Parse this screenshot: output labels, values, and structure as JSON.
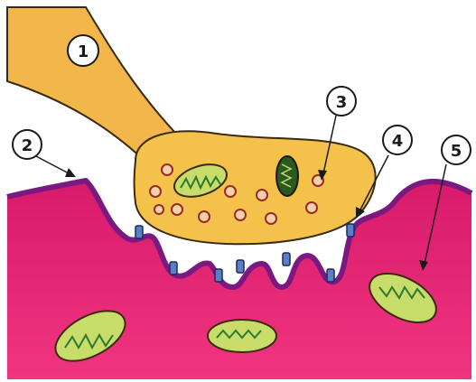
{
  "labels": {
    "one": "1",
    "two": "2",
    "three": "3",
    "four": "4",
    "five": "5"
  },
  "colors": {
    "axon_fill": "#f2b64a",
    "bouton_fill": "#f4c24a",
    "outline_dark": "#3a2a10",
    "muscle_fill": "#e0206e",
    "muscle_membrane": "#7a1a80",
    "mitochondria_fill": "#c8dc6a",
    "mitochondria_crista": "#2a7a30",
    "vesicle_fill": "#f2d2a8",
    "vesicle_stroke": "#9a2a2a",
    "receptor_fill": "#5a7fc8"
  }
}
